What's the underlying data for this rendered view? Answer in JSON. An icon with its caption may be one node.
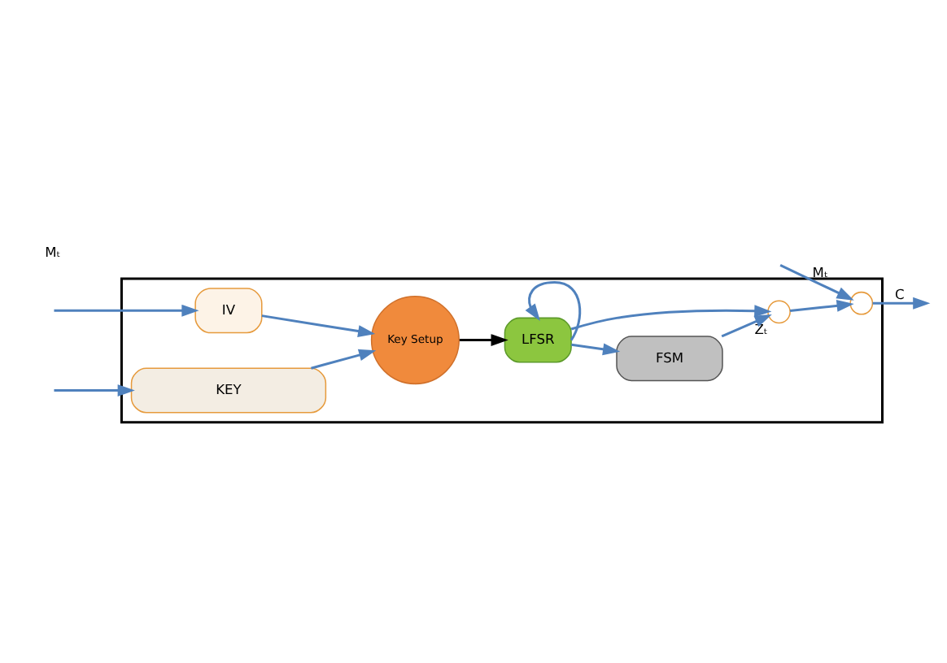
{
  "diagram": {
    "nodes": [
      {
        "text": [],
        "shape": "box"
      },
      {
        "text": [
          "IV"
        ],
        "in": 0
      },
      {
        "text": [
          "KEY"
        ],
        "in": 0
      },
      {
        "text": [
          "Key Setup"
        ],
        "in": 0
      },
      {
        "text": [
          "LFSR"
        ],
        "in": 0
      },
      {
        "text": [
          "FSM"
        ],
        "in": 0
      },
      {
        "text": [],
        "shape": "circle",
        "in": 0,
        "beside": [
          "Zₜ"
        ]
      },
      {
        "text": [],
        "shape": "circle",
        "in": 0
      }
    ],
    "edges": [
      {
        "from": null,
        "to": 1,
        "arrow": "to"
      },
      {
        "from": null,
        "to": 2,
        "arrow": "to"
      },
      {
        "from": 1,
        "to": 3,
        "arrow": "to"
      },
      {
        "from": 2,
        "to": 3,
        "arrow": "to"
      },
      {
        "from": 3,
        "to": 4,
        "arrow": "to",
        "color": "#000000"
      },
      {
        "from": 4,
        "to": 4,
        "arrow": "to"
      },
      {
        "from": 4,
        "to": 5,
        "arrow": "to"
      },
      {
        "from": 4,
        "to": 6,
        "arrow": "to"
      },
      {
        "from": 5,
        "to": 6,
        "arrow": "to"
      },
      {
        "from": 6,
        "to": 7,
        "arrow": "to"
      },
      {
        "from": null,
        "to": 7,
        "arrow": "to",
        "label": "Mₜ"
      },
      {
        "from": 7,
        "to": null,
        "arrow": "to",
        "label": "C"
      }
    ],
    "labels": [
      "Mₜ"
    ]
  }
}
